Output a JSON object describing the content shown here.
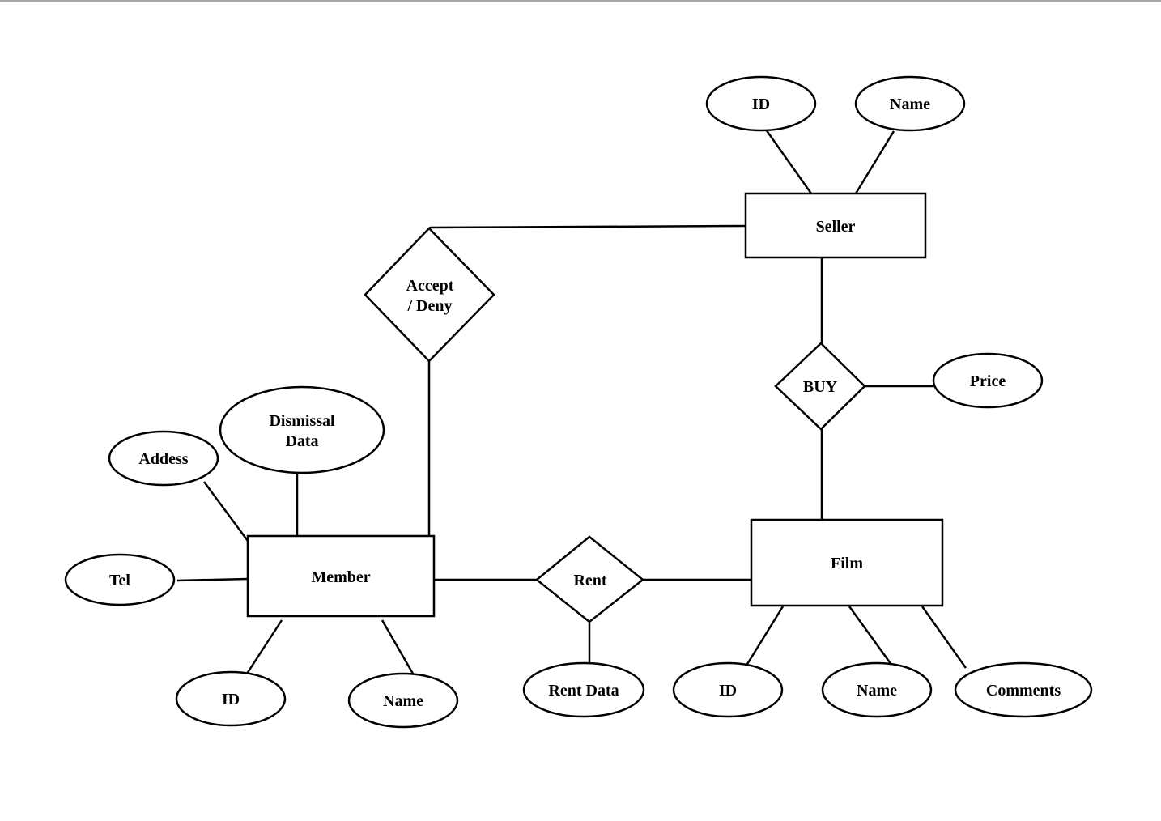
{
  "entities": {
    "seller": "Seller",
    "member": "Member",
    "film": "Film"
  },
  "relationships": {
    "accept_deny": [
      "Accept",
      "/ Deny"
    ],
    "buy": "BUY",
    "rent": "Rent"
  },
  "attributes": {
    "seller_id": "ID",
    "seller_name": "Name",
    "price": "Price",
    "dismissal_data": [
      "Dismissal",
      "Data"
    ],
    "addess": "Addess",
    "tel": "Tel",
    "member_id": "ID",
    "member_name": "Name",
    "rent_data": "Rent Data",
    "film_id": "ID",
    "film_name": "Name",
    "comments": "Comments"
  }
}
